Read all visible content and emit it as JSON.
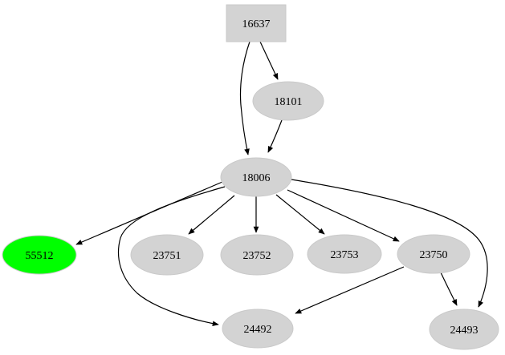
{
  "graph": {
    "title": "directed-graph",
    "background_color": "#ffffff",
    "edge_color": "#000000",
    "text_color": "#000000",
    "default_node_fill": "#d3d3d3",
    "highlight_node_fill": "#00ff00",
    "nodes": [
      {
        "id": "16637",
        "label": "16637",
        "shape": "box",
        "fill": "#d3d3d3"
      },
      {
        "id": "18101",
        "label": "18101",
        "shape": "ellipse",
        "fill": "#d3d3d3"
      },
      {
        "id": "18006",
        "label": "18006",
        "shape": "ellipse",
        "fill": "#d3d3d3"
      },
      {
        "id": "55512",
        "label": "55512",
        "shape": "ellipse",
        "fill": "#00ff00"
      },
      {
        "id": "23751",
        "label": "23751",
        "shape": "ellipse",
        "fill": "#d3d3d3"
      },
      {
        "id": "23752",
        "label": "23752",
        "shape": "ellipse",
        "fill": "#d3d3d3"
      },
      {
        "id": "23753",
        "label": "23753",
        "shape": "ellipse",
        "fill": "#d3d3d3"
      },
      {
        "id": "23750",
        "label": "23750",
        "shape": "ellipse",
        "fill": "#d3d3d3"
      },
      {
        "id": "24492",
        "label": "24492",
        "shape": "ellipse",
        "fill": "#d3d3d3"
      },
      {
        "id": "24493",
        "label": "24493",
        "shape": "ellipse",
        "fill": "#d3d3d3"
      }
    ],
    "edges": [
      {
        "from": "16637",
        "to": "18101"
      },
      {
        "from": "16637",
        "to": "18006"
      },
      {
        "from": "18101",
        "to": "18006"
      },
      {
        "from": "18006",
        "to": "55512"
      },
      {
        "from": "18006",
        "to": "23751"
      },
      {
        "from": "18006",
        "to": "23752"
      },
      {
        "from": "18006",
        "to": "23753"
      },
      {
        "from": "18006",
        "to": "23750"
      },
      {
        "from": "18006",
        "to": "24492"
      },
      {
        "from": "18006",
        "to": "24493"
      },
      {
        "from": "23750",
        "to": "24492"
      },
      {
        "from": "23750",
        "to": "24493"
      }
    ]
  }
}
